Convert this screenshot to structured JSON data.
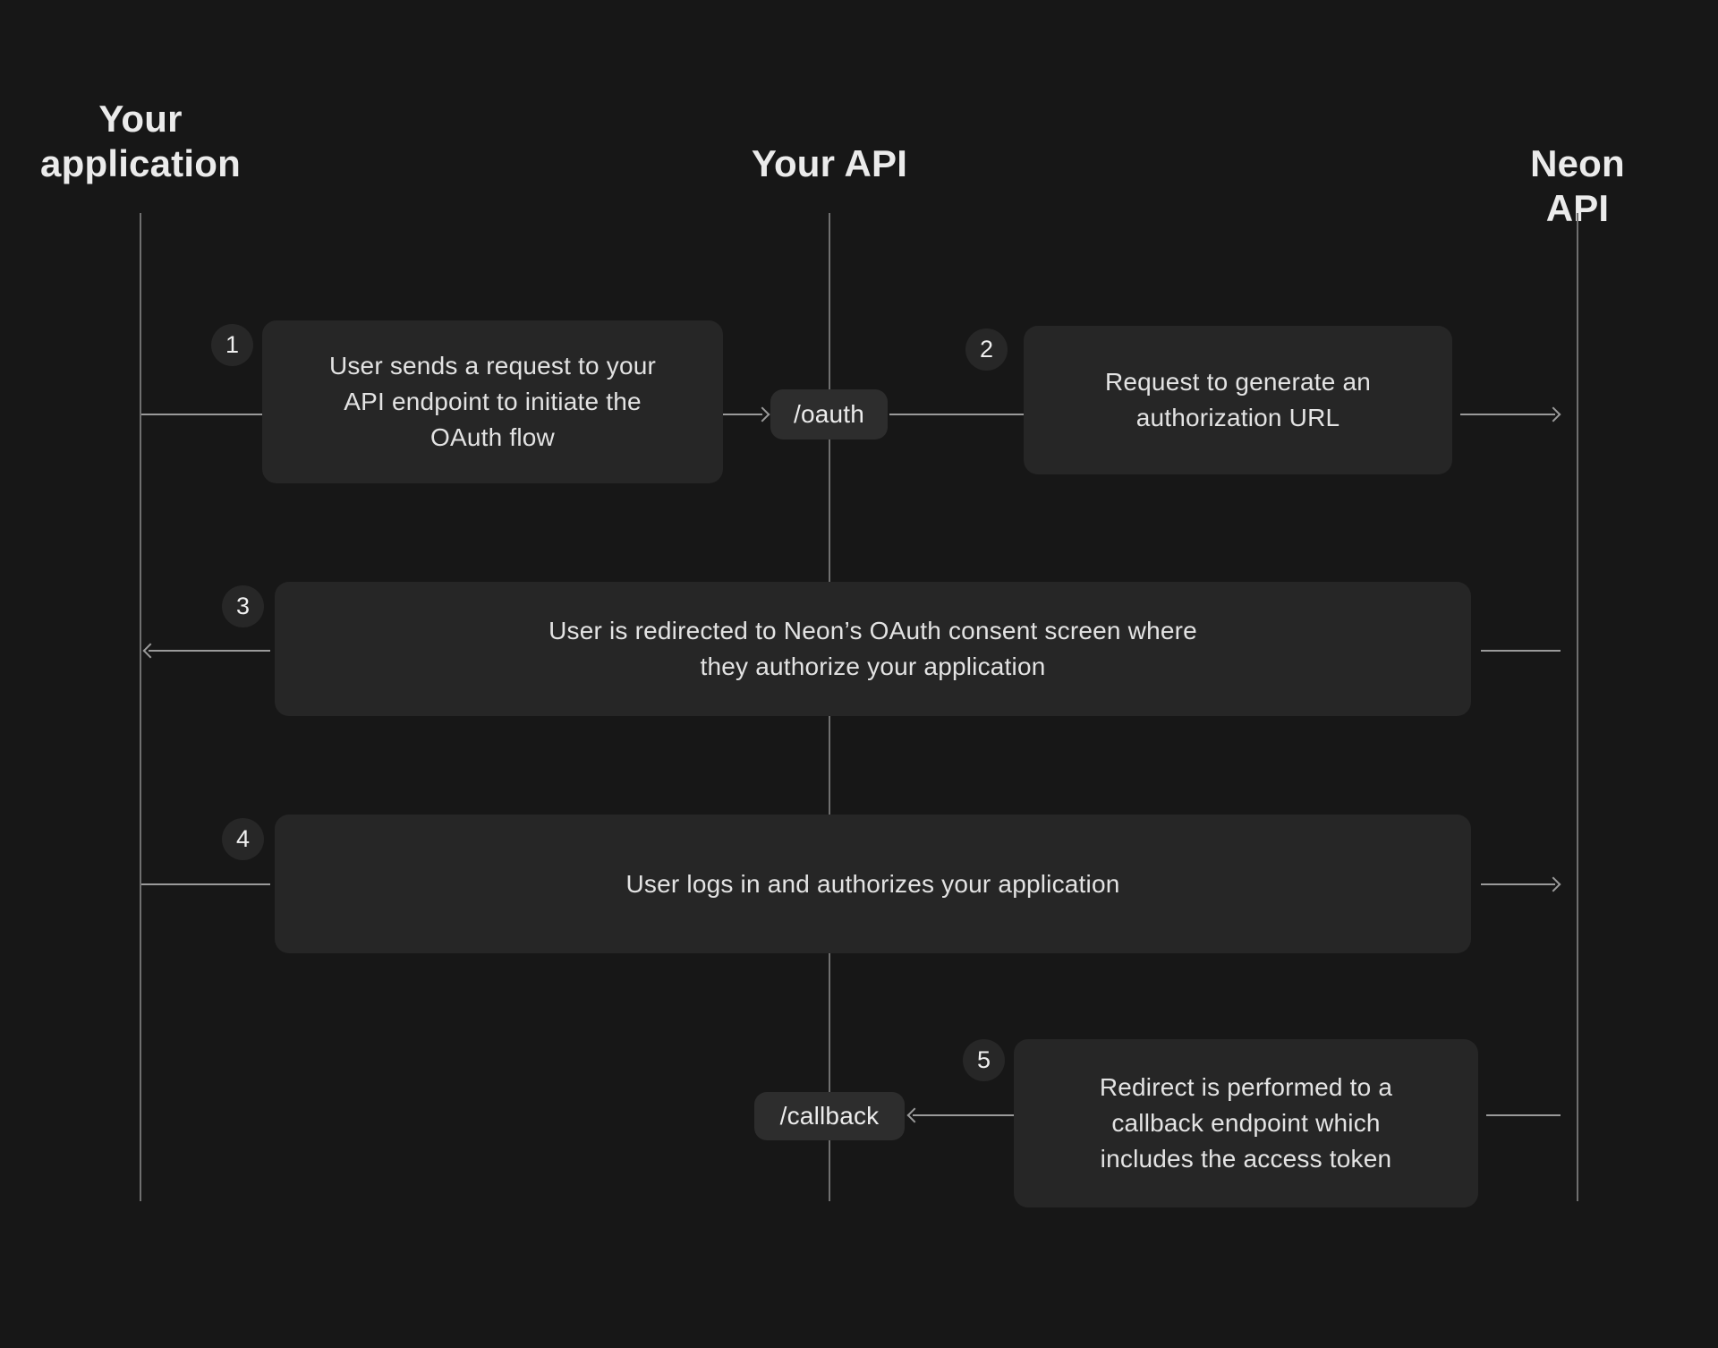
{
  "diagram": {
    "title_context": "OAuth flow sequence diagram",
    "lanes": [
      {
        "id": "your-application",
        "label": "Your\napplication"
      },
      {
        "id": "your-api",
        "label": "Your API"
      },
      {
        "id": "neon-api",
        "label": "Neon API"
      }
    ],
    "endpoints": [
      {
        "id": "oauth",
        "label": "/oauth"
      },
      {
        "id": "callback",
        "label": "/callback"
      }
    ],
    "steps": [
      {
        "num": "1",
        "text": "User sends a request to your\nAPI endpoint to initiate the\nOAuth flow",
        "from": "your-application",
        "to": "your-api-/oauth",
        "direction": "right"
      },
      {
        "num": "2",
        "text": "Request to generate an\nauthorization URL",
        "from": "your-api-/oauth",
        "to": "neon-api",
        "direction": "right"
      },
      {
        "num": "3",
        "text": "User is redirected to Neon’s OAuth consent screen where\nthey authorize your application",
        "from": "neon-api",
        "to": "your-application",
        "direction": "left"
      },
      {
        "num": "4",
        "text": "User logs in and authorizes your application",
        "from": "your-application",
        "to": "neon-api",
        "direction": "right"
      },
      {
        "num": "5",
        "text": "Redirect is performed to a\ncallback endpoint which\nincludes the access token",
        "from": "neon-api",
        "to": "your-api-/callback",
        "direction": "left"
      }
    ],
    "colors": {
      "background": "#171717",
      "box": "#262626",
      "pill": "#2d2d2d",
      "badge": "#272727",
      "lifeline": "#6f6f6f",
      "arrow": "#9a9a9a",
      "text": "#e3e3e3",
      "heading": "#ebebeb"
    }
  }
}
